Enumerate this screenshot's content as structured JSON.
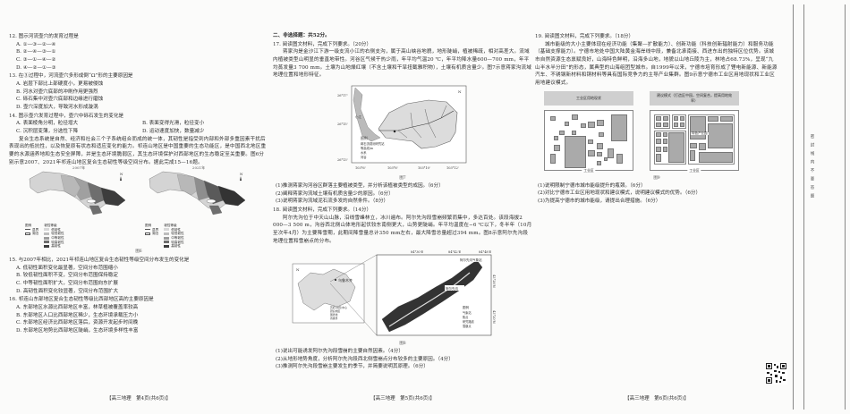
{
  "page4": {
    "q12": {
      "stem": "12. 图示河流壶穴的发育过程是",
      "options": [
        "A. ①—③—②—④",
        "B. ②—④—③—①",
        "C. ③—①—④—②",
        "D. ④—②—①—③"
      ]
    },
    "q13": {
      "stem": "13. 在③过程中，河流壶穴多形成倒“Ω”形的主要原因是",
      "options": [
        "A. 岩层下部比上部硬度小，更易被侵蚀",
        "B. 河水对壶穴底部的冲刷作用更强烈",
        "C. 砾石集中对壶穴底部和边缘进行磨蚀",
        "D. 壶穴深度加大，导致河水形成漩涡"
      ]
    },
    "q14": {
      "stem": "14. 图示壶穴发育过程中，壶穴中砾石发生的变化是",
      "options": [
        "A. 表面棱角分明，粒径增大",
        "B. 表面变得光滑，粒径变小",
        "C. 沉积层变薄，分选性下降",
        "D. 运动速度加快，数量减少"
      ]
    },
    "passage": "复合生态系统是自然、经济和社会三个子系统组合而成的统一体，其韧性是指受到内部和外部多重因素干扰后表现出的抵抗性，以及恢复原有状态和适应变化的能力。祁连山地区是中国重要的生态功能区，是中国西北地区重要的水源涵养地和生态安全屏障，并是生态环境脆弱区，其生态环境保护对西部地区的生态稳定至关重要。图6分别示意2007、2021年祁连山地区复合生态韧性等级空间分布。据此完成15—16题。",
    "fig6": {
      "caption": "图6",
      "years": [
        "2007年",
        "2021年"
      ],
      "legend_title_left": "图例",
      "legend_left": [
        "县界",
        "湖泊"
      ],
      "legend_title_right": "韧性等级",
      "legend_levels": [
        "低韧性",
        "较低韧性",
        "中等韧性",
        "较高韧性",
        "高韧性"
      ],
      "level_colors": [
        "#d8d8d8",
        "#bdbdbd",
        "#9c9c9c",
        "#6e6e6e",
        "#3c3c3c"
      ]
    },
    "q15": {
      "stem": "15. 与2007年相比，2021年祁连山地区复合生态韧性等级空间分布发生的变化是",
      "options": [
        "A. 低韧性面积变化最显著，空间分布范围缩小",
        "B. 较低韧性面积不变，空间分布范围保持稳定",
        "C. 中等韧性面积扩大，空间分布范围向东扩展",
        "D. 高韧性面积变化较显著，空间分布范围扩大"
      ]
    },
    "q16": {
      "stem": "16. 祁连山东部地区复合生态韧性等级比西部地区高的主要原因是",
      "options": [
        "A. 东部地区水源比西部地区丰富，林草植被覆盖率较高",
        "B. 东部地区人口比西部地区稀少，生态环境承载压力小",
        "C. 东部地区经济比西部地区落后，资源开发起步时间晚",
        "D. 东部地区地势比西部地区陡峭，生态环境多样性丰富"
      ]
    },
    "footer": "【高三地理　第4页(共6页)】"
  },
  "page5": {
    "section": "二、非选择题：共52分。",
    "q17": {
      "stem": "17. 阅读图文材料，完成下列要求。（20分）",
      "passage": "蒋家沟是金沙江下游一级支流小江的右侧支沟，属于高山峡谷地貌，地形陡峭，植被稀疏，相对高差大。流域内植被类型山明显的垂直地带性。河谷区气候干热少雨，年平均气温20 ℃，年平均降水量600—700 mm，年平均蒸发量3 700 mm。土壤为山地燥红壤（不含土壤和干旱扭截雅积物），土壤有机质含量少。图7示意蒋家沟流域地理位置和地形特征。",
      "fig7": {
        "caption": "图7",
        "lat_labels": [
          "26°17'",
          "26°15'",
          "26°13'"
        ],
        "lon_labels": [
          "103°6'",
          "103°8'",
          "103°10'",
          "103°12'"
        ],
        "legend_title": "图例",
        "legend": [
          "蒋石流观测研究站",
          "等高线/m",
          "水系",
          "河谷"
        ],
        "river_label": "小江"
      },
      "subs": [
        "(1)推测蒋家沟河谷区群落主要植被类型，并分析该植被类型的成因。（6分）",
        "(2)阐释蒋家沟流域土壤有机质含量少的原因。（6分）",
        "(3)说明蒋家沟流域泥石流多发的自然条件。（8分）"
      ]
    },
    "q18": {
      "stem": "18. 阅读图文材料，完成下列要求。（14分）",
      "passage": "阿尔先沟位于中天山山脉，沿线雪峰林立，冰川遍布。阿尔先沟段雪崩频繁而集中，多达百处。该段海拔2 000—3 500 m，沟谷西北侧山体地形起伏较东南侧更大，山势更陡峭。年平均温度在−6 ℃以下，冬半年（10月至次年4月）为主要降雪期，此期间降雪量总计350 mm左右，最大降雪总量超过394 mm。图8示意阿尔先沟段地理位置和雪崩点的分布。",
      "fig8": {
        "caption": "图8",
        "city_label": "乌鲁木齐",
        "lon_labels": [
          "84°30'E",
          "84°42'E",
          "84°48'E"
        ],
        "lat_labels": [
          "43°28'N",
          "43°20'N"
        ],
        "station_label": "阿尔先沟气象站",
        "valley_label": "阿尔先沟",
        "inset_legend": [
          "首府(州府)中心",
          "研究地区",
          "国界线",
          "省级界"
        ],
        "legend_title": "图例",
        "legend": [
          "气象站",
          "焦点",
          "研究路线",
          "雪崩点"
        ]
      },
      "subs": [
        "(1)说出可能诱发阿尔先沟段雪崩的主要自然因素。（4分）",
        "(2)从地形地势角度，分析阿尔先沟段西北侧雪崩点分布较多的主要原因。（4分）",
        "(3)推测阿尔先沟段雪崩主要发生的季节，并简要说明其原理。（6分）"
      ]
    },
    "footer": "【高三地理　第5页(共6页)】"
  },
  "page6": {
    "q19": {
      "stem": "19. 阅读图文材料，完成下列要求。（18分）",
      "passage": "城市能级的大小主要体现在经济功能（集聚—扩散能力）、创新功能（科技创新辐射能力）和服务功能（基础支撑能力）。宁德市地处中国大陆黄金海岸线中段，兼备北承南接、西进东出的独特区位优势。该城市自然资源生态禀赋良好，山海特色鲜明，沿海多山地，地貌以山地丘陵为主，林地占68.73%，呈现“九山半水半分田”的形态，属典型的山海组团型城市。自1999年以来，宁德市培育形成了锂电新能源、新能源汽车、不锈钢新材料和铜材料等具有国际竞争力的主导产业集群。图9示意宁德市工业区用地现状和工业区用地建议模式。",
      "fig9": {
        "caption": "图9",
        "left_header": "工业区用地现状",
        "right_header": "建议模式（打造区中园，空间复合，提高用地效率）",
        "left_box_label": "工业区",
        "right_box_label": "工业区",
        "park_label": "特色产业园"
      },
      "subs": [
        "(1)说明限制宁德市城市能级提升的瓶颈。（6分）",
        "(2)对比宁德市工业区用地现状和建议模式，说明建议模式的优势。（6分）",
        "(3)为提高宁德市的城市能级，请提出合理措施。（6分）"
      ]
    },
    "footer": "【高三地理　第6页(共6页)】"
  },
  "sidebar": {
    "binding_text": "密封线内不要答题"
  }
}
